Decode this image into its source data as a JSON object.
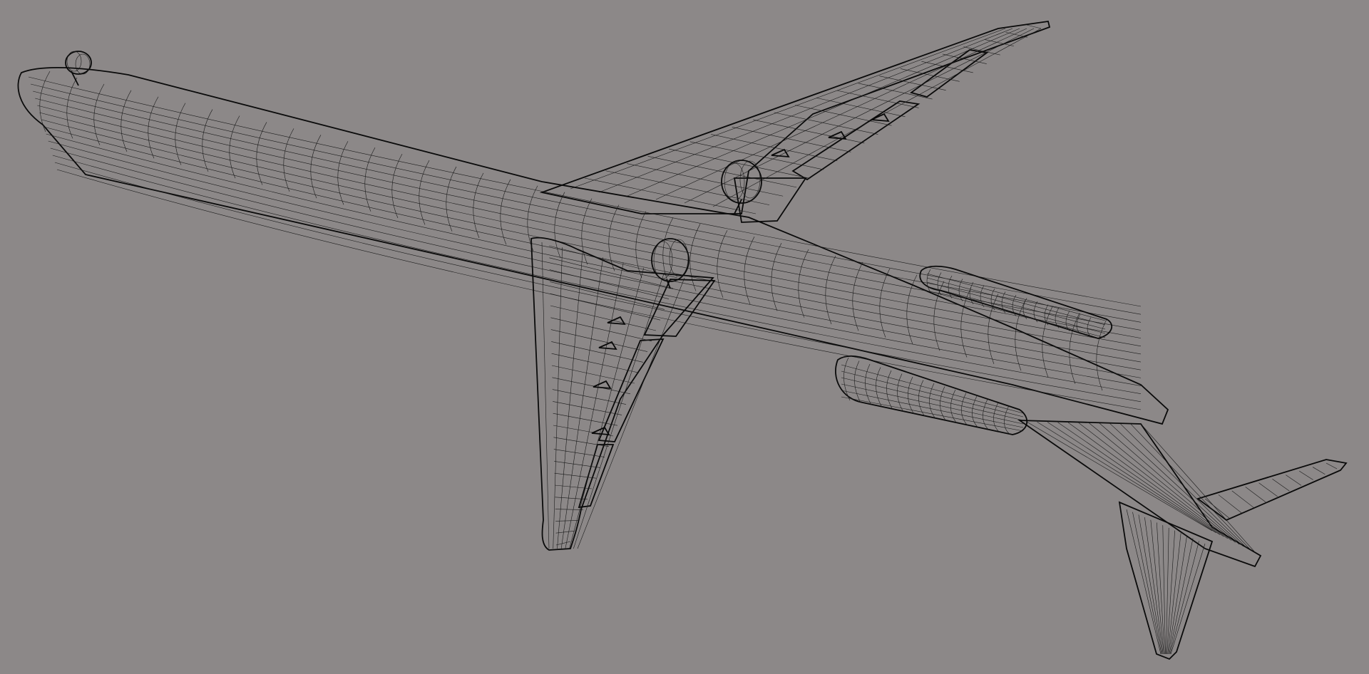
{
  "scene": {
    "subject": "aircraft-wireframe-model",
    "background_color": "#8c8888",
    "colors": {
      "skin_light": "#e2e2e2",
      "skin_mid": "#bdbdbd",
      "skin_dark": "#8f8f8f",
      "wire": "#111111",
      "flap_inboard": "#2a6fd6",
      "flap_outboard": "#a6d40f",
      "aileron": "#d61e1e"
    },
    "control_surfaces": [
      {
        "name": "inboard-flap",
        "color": "#2a6fd6"
      },
      {
        "name": "outboard-flap",
        "color": "#a6d40f"
      },
      {
        "name": "aileron",
        "color": "#d61e1e"
      }
    ]
  }
}
